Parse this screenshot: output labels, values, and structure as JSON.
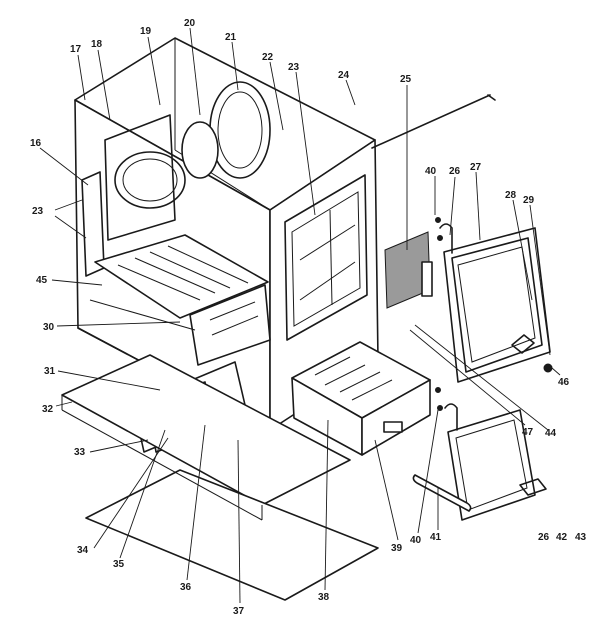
{
  "diagram": {
    "callouts": [
      "16",
      "17",
      "18",
      "19",
      "20",
      "21",
      "22",
      "23",
      "23",
      "24",
      "25",
      "26",
      "27",
      "28",
      "29",
      "30",
      "31",
      "32",
      "33",
      "34",
      "35",
      "36",
      "37",
      "38",
      "39",
      "40",
      "40",
      "41",
      "42",
      "43",
      "44",
      "45",
      "46",
      "47",
      "26"
    ]
  }
}
